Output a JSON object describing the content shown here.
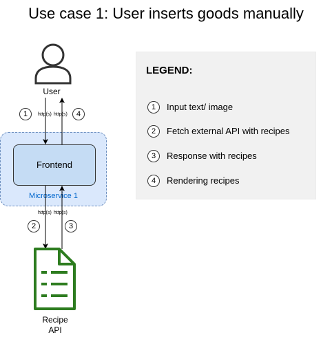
{
  "title": "Use case 1: User inserts goods manually",
  "nodes": {
    "user": "User",
    "frontend": "Frontend",
    "microservice": "Microservice 1",
    "recipe_api_line1": "Recipe",
    "recipe_api_line2": "API"
  },
  "connections": {
    "user_to_frontend": {
      "step": "1",
      "protocol": "http(s)"
    },
    "frontend_to_user": {
      "step": "4",
      "protocol": "http(s)"
    },
    "frontend_to_api": {
      "step": "2",
      "protocol": "http(s)"
    },
    "api_to_frontend": {
      "step": "3",
      "protocol": "http(s)"
    }
  },
  "legend": {
    "title": "LEGEND:",
    "items": [
      {
        "num": "1",
        "text": "Input text/ image"
      },
      {
        "num": "2",
        "text": "Fetch external API with recipes"
      },
      {
        "num": "3",
        "text": "Response with  recipes"
      },
      {
        "num": "4",
        "text": "Rendering recipes"
      }
    ]
  },
  "colors": {
    "microservice_fill": "#dae8fc",
    "microservice_border": "#6c8ebf",
    "frontend_fill": "#c5dcf4",
    "microservice_label": "#0066cc",
    "document_icon": "#2d7c1f",
    "legend_bg": "#f1f1f1"
  }
}
